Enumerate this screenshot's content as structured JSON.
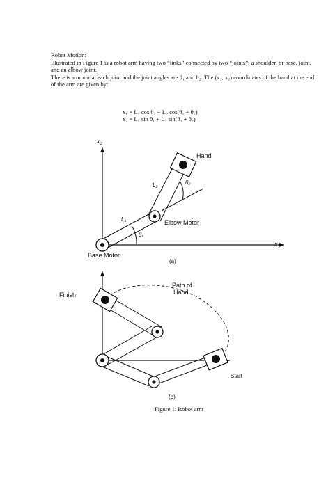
{
  "heading": "Robot Motion:",
  "paragraph1": "Illustrated in Figure 1 is a robot arm having two “links” connected by two “joints”: a shoulder, or base, joint, and an elbow joint.",
  "paragraph2": "There is a motor at each joint and the joint angles are θ₁ and θ₂. The (x₁, x₂) coordinates of the hand at the end of the arm are given by:",
  "equations": [
    "x₁ = L₁ cos θ₁ + L₂ cos(θ₁ + θ₂)",
    "x₂ = L₁ sin θ₁ + L₂ sin(θ₁ + θ₂)"
  ],
  "figure_a": {
    "axis_x": "x₁",
    "axis_y": "x₂",
    "hand": "Hand",
    "link1": "L₁",
    "link2": "L₂",
    "theta1": "θ₁",
    "theta2": "θ₂",
    "elbow_motor": "Elbow Motor",
    "base_motor": "Base Motor",
    "sub": "(a)"
  },
  "figure_b": {
    "finish": "Finish",
    "path": "Path of",
    "path2": "Hand",
    "start": "Start",
    "sub": "(b)"
  },
  "caption": "Figure 1: Robot arm"
}
